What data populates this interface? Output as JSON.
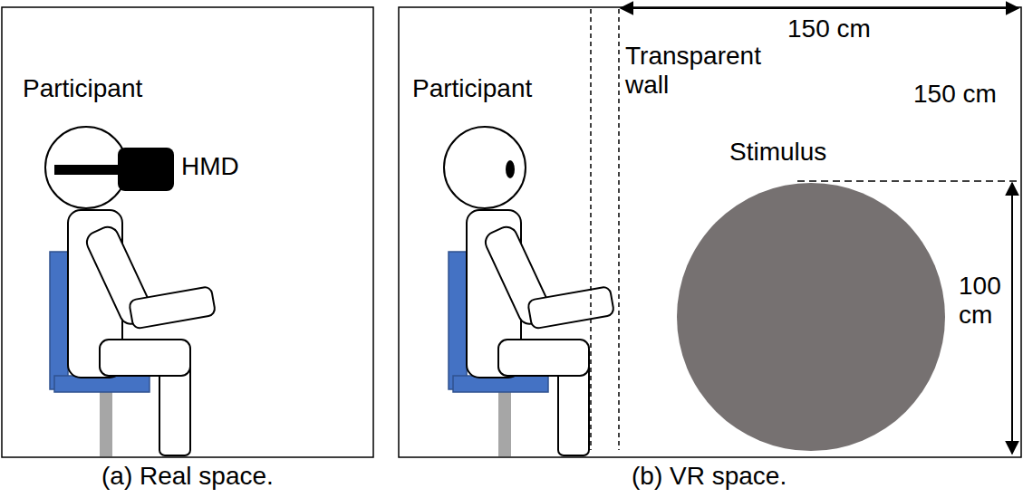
{
  "diagram": {
    "labels": [
      "Participant",
      "HMD",
      "(a) Real space.",
      "Participant",
      "Transparent wall",
      "150 cm",
      "150 cm",
      "Stimulus",
      "100 cm",
      "(b) VR space."
    ]
  }
}
